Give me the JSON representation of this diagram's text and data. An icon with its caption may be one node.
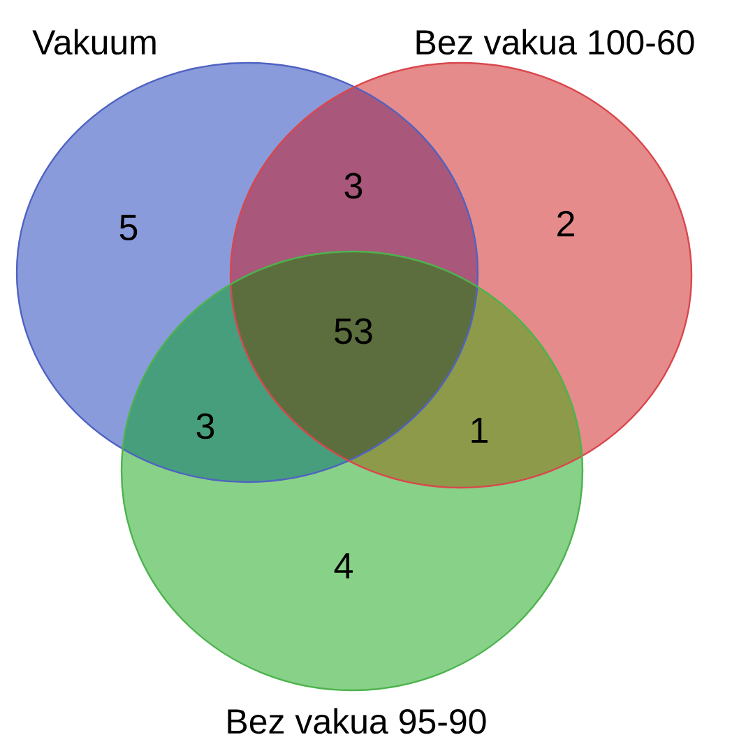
{
  "diagram": {
    "nodes": [
      {
        "text": [
          "Vakuum"
        ]
      },
      {
        "text": [
          "Bez vakua 100-60"
        ]
      },
      {
        "text": [
          "Bez vakua 95-90"
        ]
      }
    ],
    "labels": [
      "5",
      "3",
      "2",
      "53",
      "3",
      "1",
      "4"
    ]
  }
}
